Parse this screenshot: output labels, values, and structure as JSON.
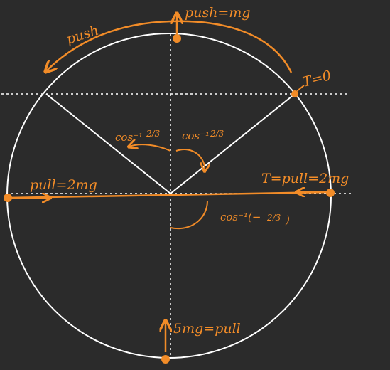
{
  "colors": {
    "background": "#2b2b2b",
    "circle": "#ffffff",
    "annotation": "#f28c28"
  },
  "labels": {
    "top_force": "push=mg",
    "top_arc": "push",
    "t_zero": "T=0",
    "left_force": "pull=2mg",
    "right_force": "T=pull=2mg",
    "bottom_force": "5mg=pull",
    "angle_left": "cos⁻¹",
    "angle_left_frac": "2/3",
    "angle_right": "cos⁻¹",
    "angle_right_frac": "2/3",
    "angle_bottom": "cos⁻¹(−",
    "angle_bottom_frac": "2/3",
    "angle_bottom_close": ")"
  },
  "icons": [
    "arrow-head-icon",
    "point-marker-icon"
  ]
}
